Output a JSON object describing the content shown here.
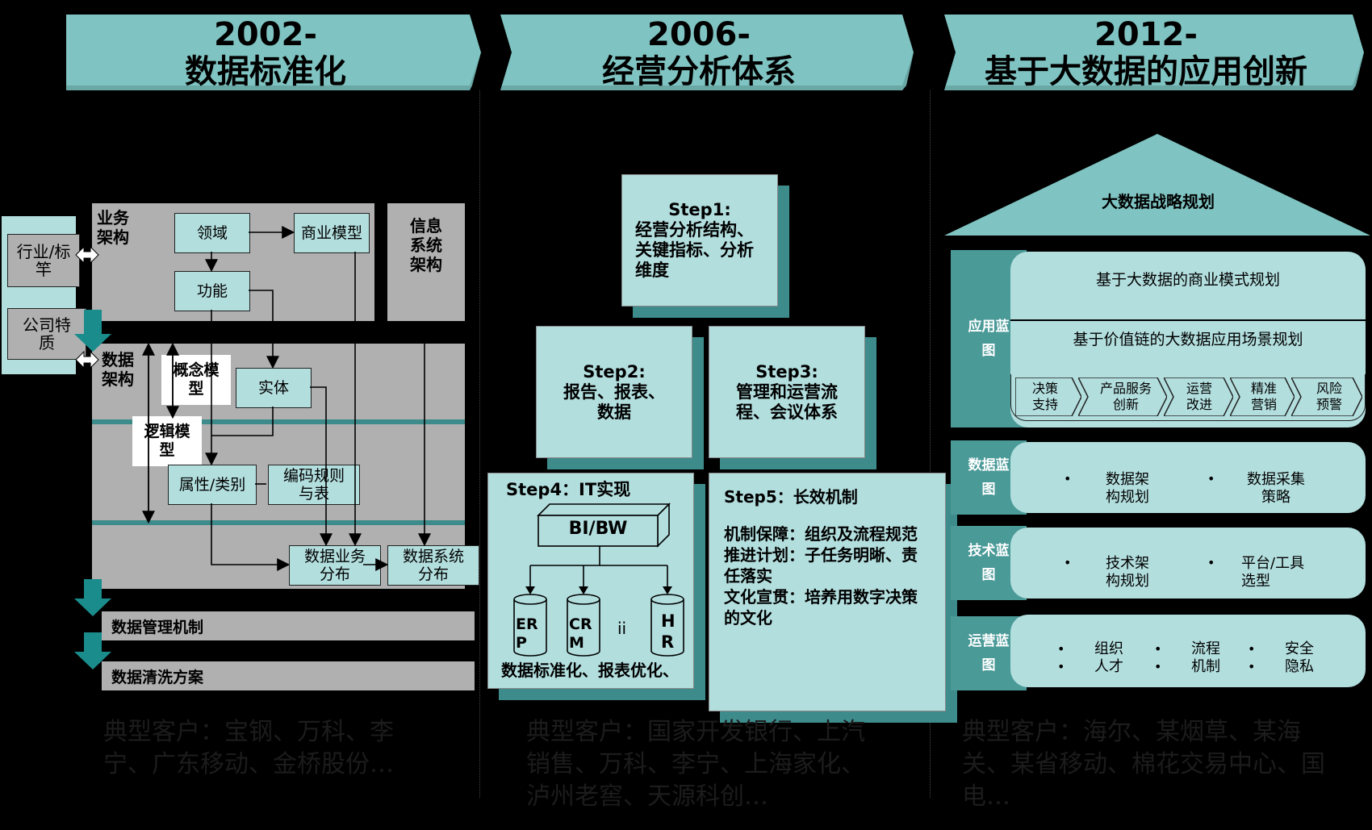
{
  "columns": [
    {
      "year": "2002-",
      "title": "数据标准化",
      "footer": "典型客户：宝钢、万科、李宁、广东移动、金桥股份…"
    },
    {
      "year": "2006-",
      "title": "经营分析体系",
      "footer": "典型客户：国家开发银行、上汽销售、万科、李宁、上海家化、泸州老窖、天源科创…"
    },
    {
      "year": "2012-",
      "title": "基于大数据的应用创新",
      "footer": "典型客户：海尔、某烟草、某海关、某省移动、棉花交易中心、国电…"
    }
  ],
  "col1": {
    "industry": "行业/标竿",
    "company": "公司特质",
    "biz_arch": "业务架构",
    "info_arch": "信息系统架构",
    "data_arch": "数据架构",
    "concept": "概念模型",
    "logic": "逻辑模型",
    "domain": "领域",
    "biz_model": "商业模型",
    "function": "功能",
    "entity": "实体",
    "attr": "属性/类别",
    "code": "编码规则与表",
    "data_dist": "数据业务分布",
    "sys_dist": "数据系统分布",
    "mgmt": "数据管理机制",
    "clean": "数据清洗方案"
  },
  "col2": {
    "step1_title": "Step1:",
    "step1_body": "经营分析结构、关键指标、分析维度",
    "step2_title": "Step2:",
    "step2_body": "报告、报表、数据",
    "step3_title": "Step3:",
    "step3_body": "管理和运营流程、会议体系",
    "step4_title": "Step4：IT实现",
    "bibw": "BI/BW",
    "erp": "ERP",
    "crm": "CRM",
    "hr": "HR",
    "ii": "ii",
    "step4_bottom": "数据标准化、报表优化、",
    "step5_title": "Step5：长效机制",
    "step5_l1": "机制保障：组织及流程规范",
    "step5_l2": "推进计划：子任务明晰、责任落实",
    "step5_l3": "文化宣贯：培养用数字决策的文化"
  },
  "col3": {
    "roof": "大数据战略规划",
    "app_side": "应用蓝图",
    "app_row1": "基于大数据的商业模式规划",
    "app_row2": "基于价值链的大数据应用场景规划",
    "chevrons": [
      "决策支持",
      "产品服务创新",
      "运营改进",
      "精准营销",
      "风险预警"
    ],
    "data_side": "数据蓝图",
    "data_items": [
      "数据架构规划",
      "数据采集策略"
    ],
    "tech_side": "技术蓝图",
    "tech_items": [
      "技术架构规划",
      "平台/工具选型"
    ],
    "ops_side": "运营蓝图",
    "ops_items": [
      "组织人才",
      "流程机制",
      "安全隐私"
    ]
  },
  "colors": {
    "header": "#7fc4c2",
    "box": "#b3dede",
    "teal_dark": "#3d8b8b",
    "gray": "#b0b0b0"
  }
}
